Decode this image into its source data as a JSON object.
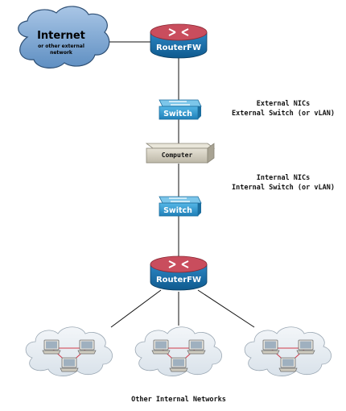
{
  "internet_cloud": {
    "title": "Internet",
    "subtitle_line1": "or other external",
    "subtitle_line2": "network"
  },
  "router_top": {
    "label": "RouterFW"
  },
  "switch_external": {
    "label": "Switch"
  },
  "external_note": {
    "line1": "External NICs",
    "line2": "External Switch (or vLAN)"
  },
  "computer": {
    "label": "Computer"
  },
  "internal_note": {
    "line1": "Internal NICs",
    "line2": "Internal Switch (or vLAN)"
  },
  "switch_internal": {
    "label": "Switch"
  },
  "router_bottom": {
    "label": "RouterFW"
  },
  "caption": "Other Internal Networks",
  "colors": {
    "router_body": "#1a6ea8",
    "router_top": "#c74a5a",
    "switch_body": "#3aa0d6",
    "cloud_fill": "#e7eef4",
    "internet_cloud_fill": "#7ea7d1",
    "computer_body": "#d8d4c6",
    "lan_link": "#d23a4a"
  }
}
